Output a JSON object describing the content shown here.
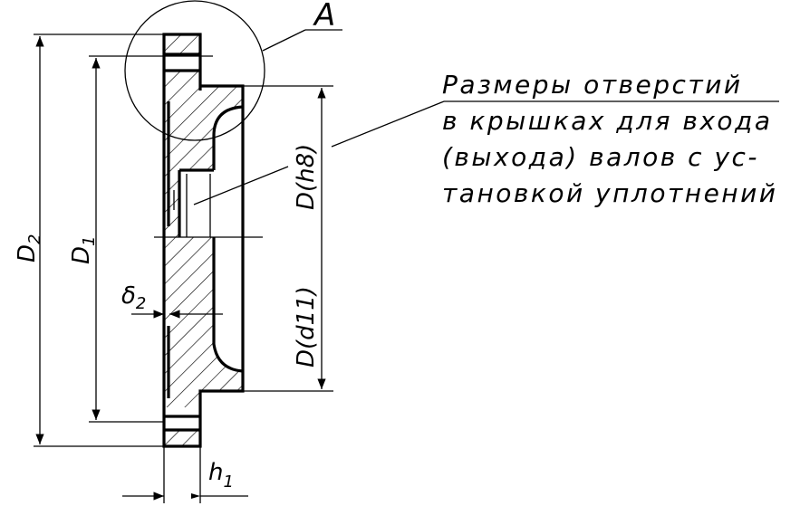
{
  "labels": {
    "callout": "A",
    "d2": "D",
    "d2_sub": "2",
    "d1": "D",
    "d1_sub": "1",
    "d_h8": "D(h8)",
    "d_d11": "D(d11)",
    "delta": "δ",
    "delta_sub": "2",
    "h1": "h",
    "h1_sub": "1"
  },
  "note": {
    "line1": "Размеры отверстий",
    "line2": "в крышках для входа",
    "line3": "(выхода) валов с ус-",
    "line4": "тановкой уплотнений"
  }
}
